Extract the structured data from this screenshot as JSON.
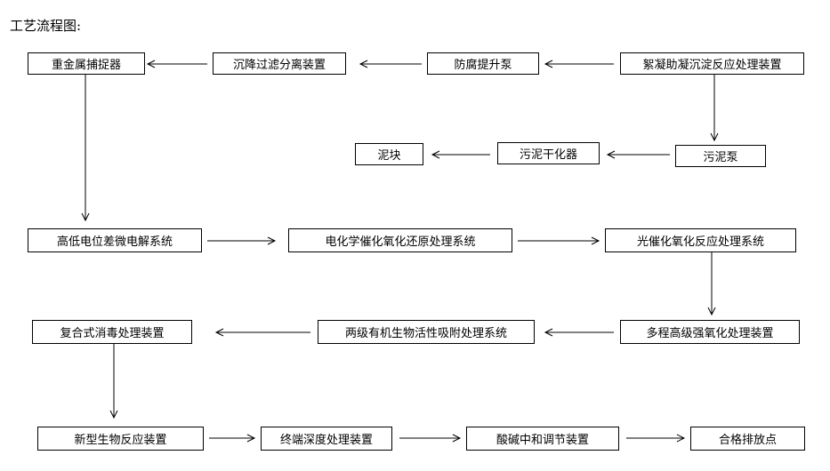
{
  "title": "工艺流程图:",
  "nodes": {
    "heavy_metal_catcher": "重金属捕捉器",
    "sedimentation_filter": "沉降过滤分离装置",
    "anticorrosion_pump": "防腐提升泵",
    "flocculation_reactor": "絮凝助凝沉淀反应处理装置",
    "sludge_cake": "泥块",
    "sludge_dryer": "污泥干化器",
    "sludge_pump": "污泥泵",
    "micro_electrolysis": "高低电位差微电解系统",
    "electrochemical_redox": "电化学催化氧化还原处理系统",
    "photocatalytic_oxidation": "光催化氧化反应处理系统",
    "compound_disinfection": "复合式消毒处理装置",
    "organic_bio_adsorption": "两级有机生物活性吸附处理系统",
    "multistage_oxidation": "多程高级强氧化处理装置",
    "bio_reactor": "新型生物反应装置",
    "terminal_deep_treatment": "终端深度处理装置",
    "acid_base_neutralization": "酸碱中和调节装置",
    "qualified_discharge": "合格排放点"
  }
}
